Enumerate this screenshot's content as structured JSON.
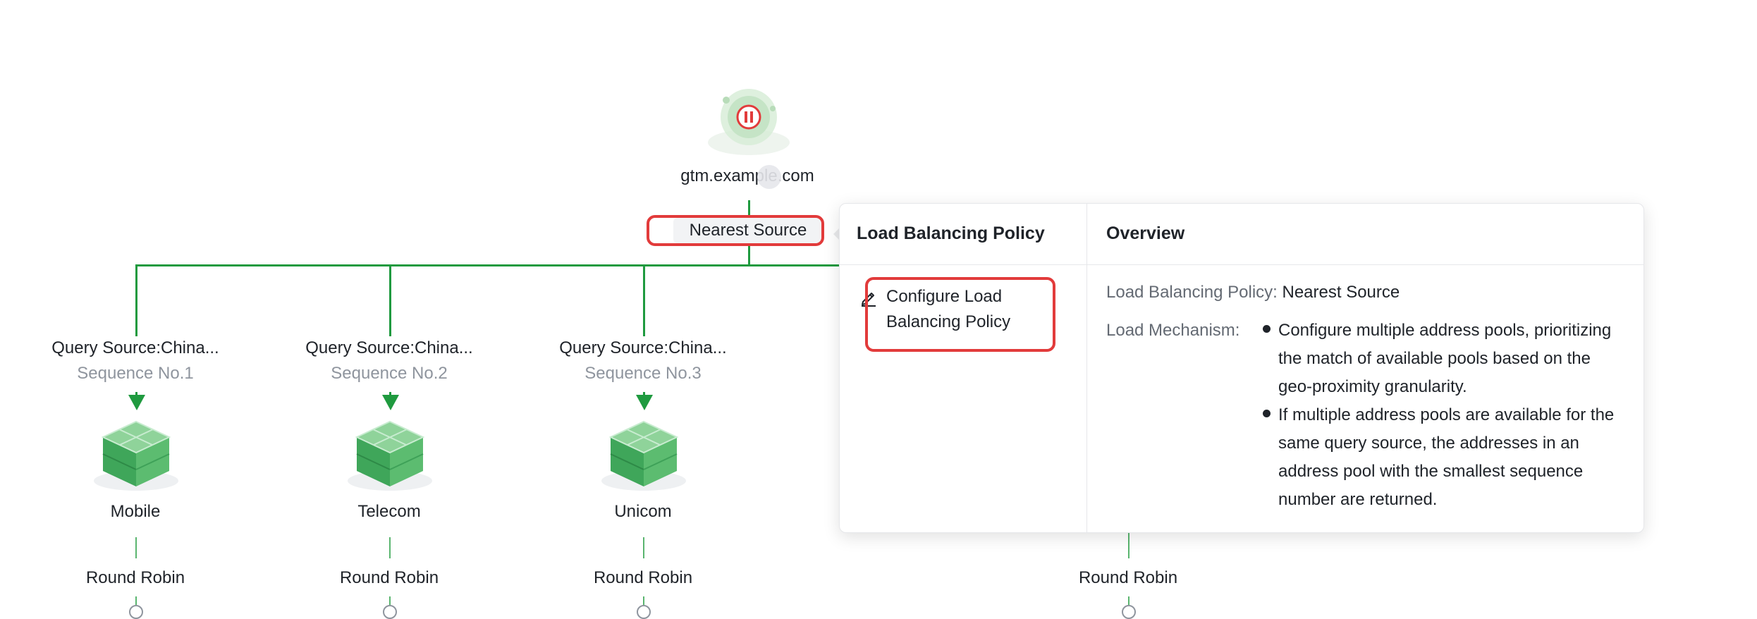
{
  "domain": {
    "name": "gtm.example.com"
  },
  "policy_node": {
    "label": "Nearest Source"
  },
  "pools": [
    {
      "query_source": "Query Source:China...",
      "sequence": "Sequence No.1",
      "name": "Mobile",
      "policy": "Round Robin"
    },
    {
      "query_source": "Query Source:China...",
      "sequence": "Sequence No.2",
      "name": "Telecom",
      "policy": "Round Robin"
    },
    {
      "query_source": "Query Source:China...",
      "sequence": "Sequence No.3",
      "name": "Unicom",
      "policy": "Round Robin"
    },
    {
      "query_source": "",
      "sequence": "",
      "name": "",
      "policy": "Round Robin"
    }
  ],
  "popover": {
    "col1_header": "Load Balancing Policy",
    "col2_header": "Overview",
    "config_link_line1": "Configure Load",
    "config_link_line2": "Balancing Policy",
    "policy_label": "Load Balancing Policy:",
    "policy_value": "Nearest Source",
    "mechanism_label": "Load Mechanism:",
    "mechanism_items": [
      [
        "Configure multiple address pools, prioritizing",
        "the match of available pools based on the",
        "geo-proximity granularity."
      ],
      [
        "If multiple address pools are available for the",
        "same query source, the addresses in an",
        "address pool with the smallest sequence",
        "number are returned."
      ]
    ]
  },
  "colors": {
    "accent_green": "#1f9a3f",
    "highlight_red": "#e23b3b"
  },
  "icons": {
    "domain": "paused-domain-icon",
    "pool": "address-pool-cube-icon",
    "edit": "pen-icon"
  }
}
